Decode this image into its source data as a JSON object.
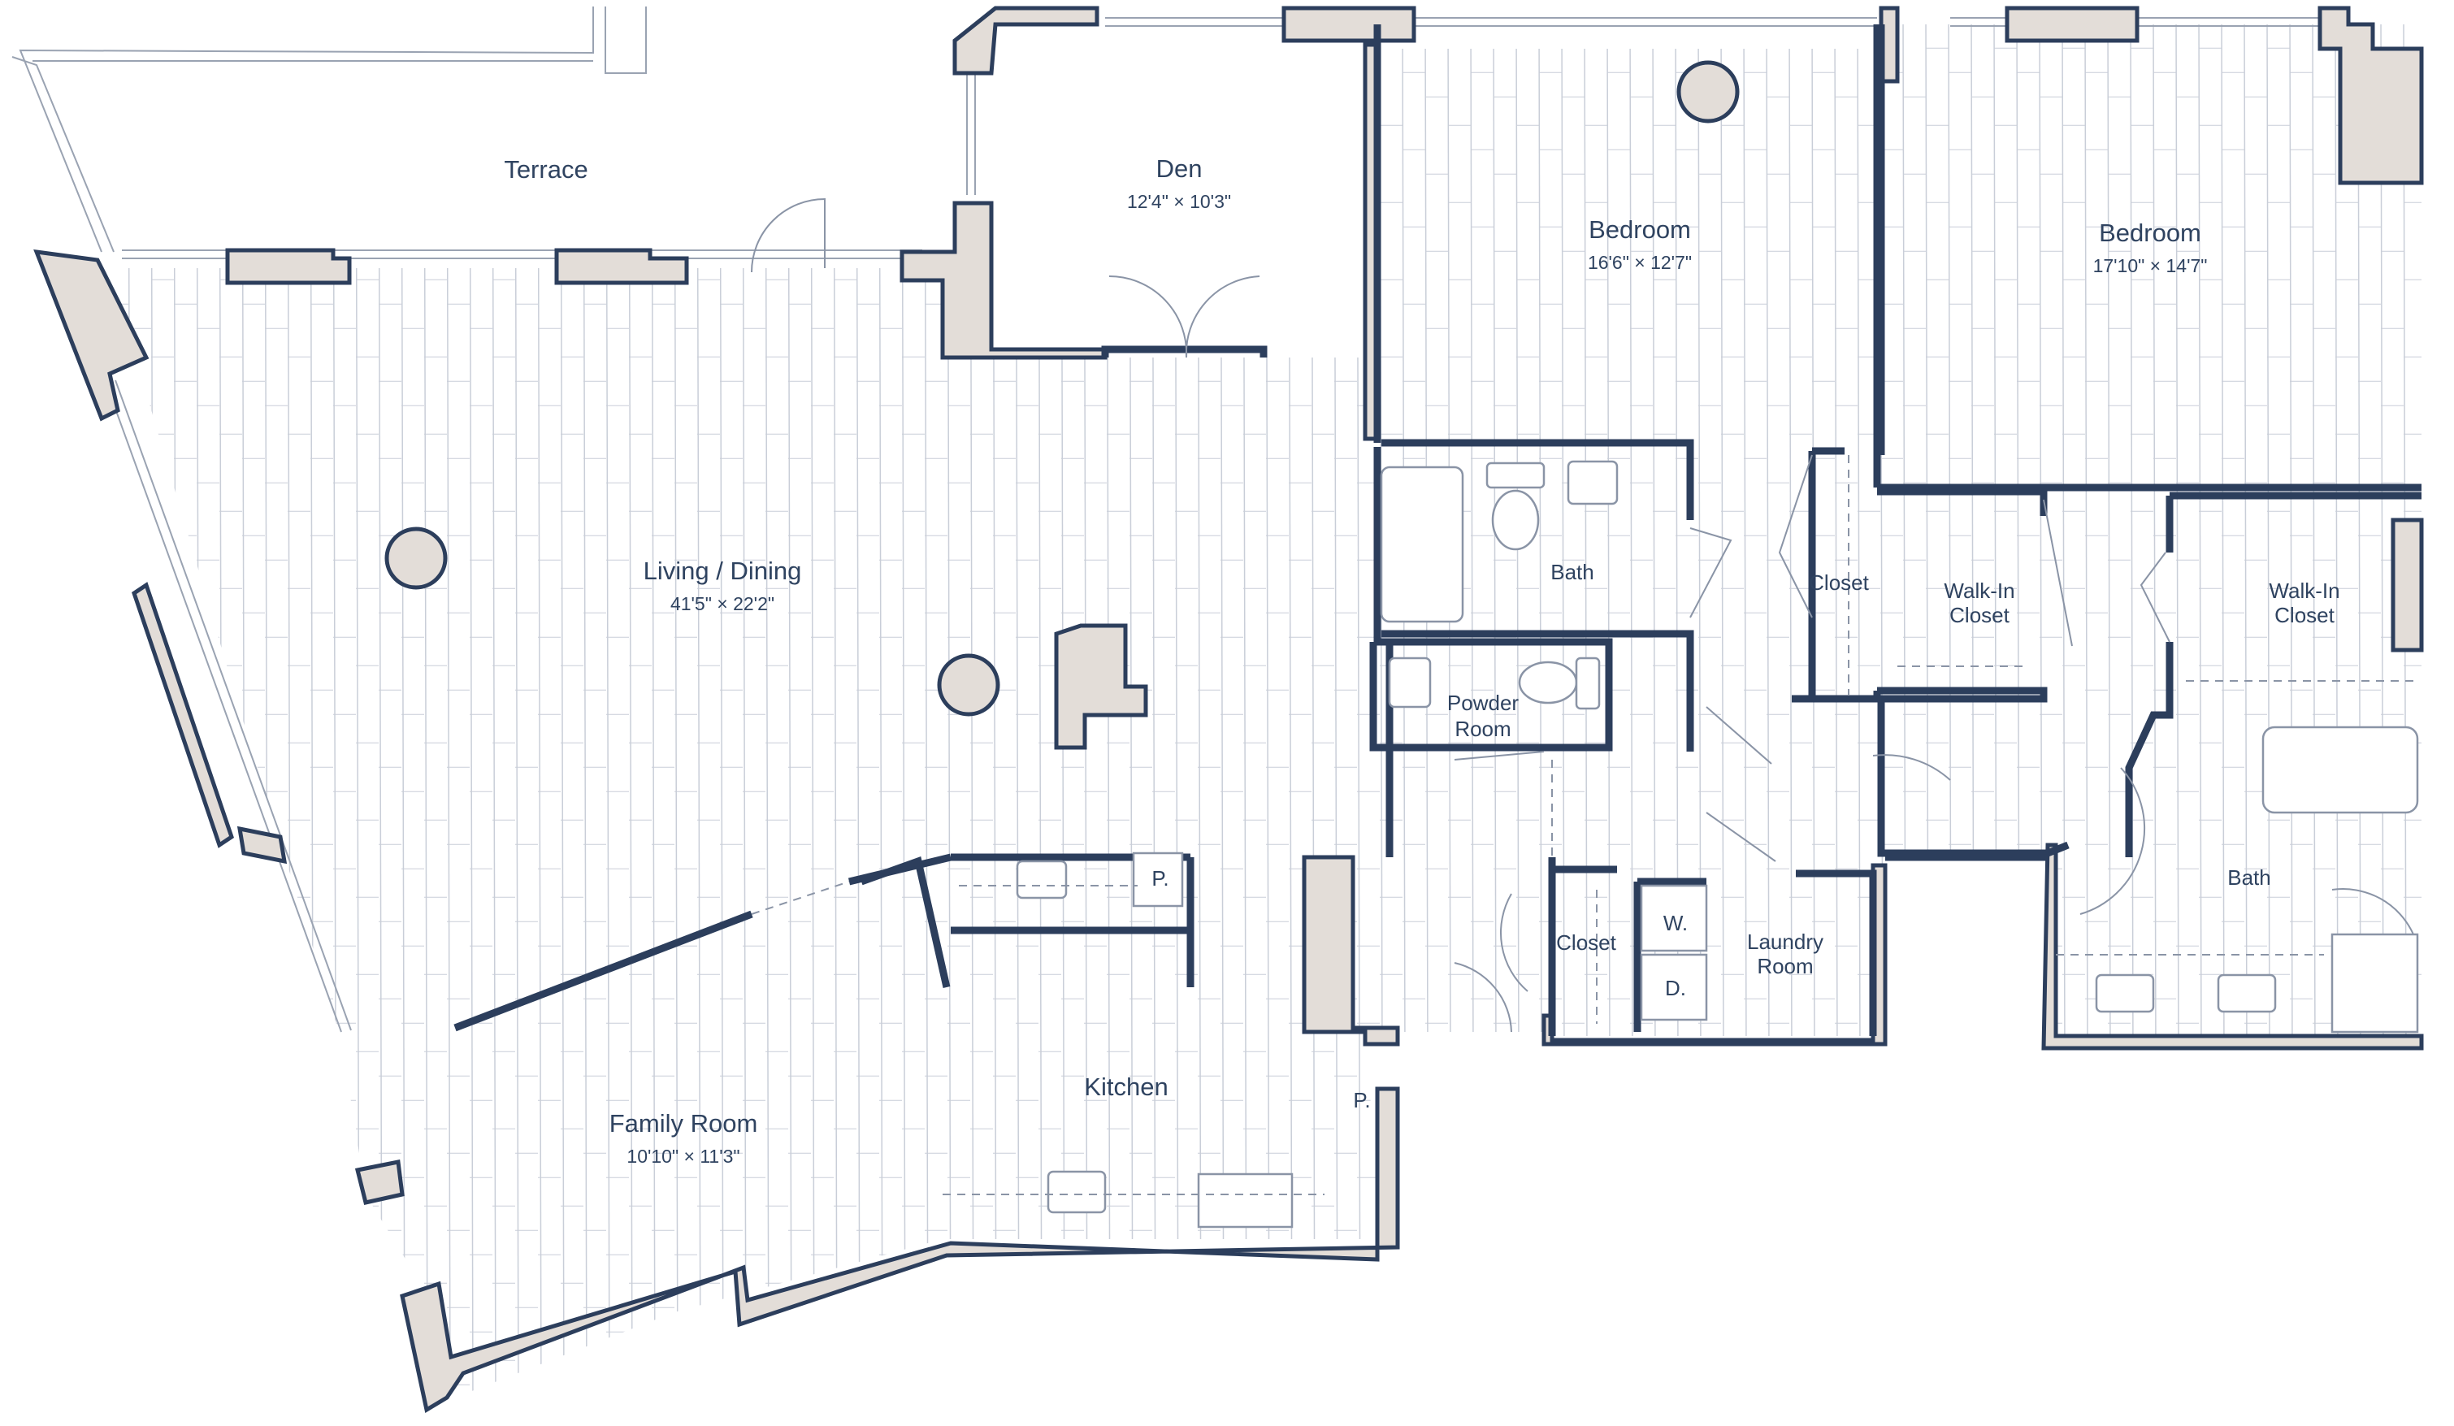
{
  "rooms": {
    "terrace": "Terrace",
    "den": "Den",
    "den_dim": "12'4\" × 10'3\"",
    "bedroom1": "Bedroom",
    "bedroom1_dim": "16'6\" × 12'7\"",
    "bedroom2": "Bedroom",
    "bedroom2_dim": "17'10\" × 14'7\"",
    "living": "Living / Dining",
    "living_dim": "41'5\" × 22'2\"",
    "bath1": "Bath",
    "powder_line1": "Powder",
    "powder_line2": "Room",
    "closet_hall": "Closet",
    "walkin1_line1": "Walk-In",
    "walkin1_line2": "Closet",
    "walkin2_line1": "Walk-In",
    "walkin2_line2": "Closet",
    "bath2": "Bath",
    "closet_laundry": "Closet",
    "washer": "W.",
    "dryer": "D.",
    "laundry_line1": "Laundry",
    "laundry_line2": "Room",
    "kitchen": "Kitchen",
    "pantry1": "P.",
    "pantry2": "P.",
    "family": "Family Room",
    "family_dim": "10'10\" × 11'3\""
  },
  "colors": {
    "wall_fill": "#e3ddd8",
    "wall_stroke": "#2c3e5c",
    "text": "#2f4360",
    "floor_lines": "#c9ced8"
  }
}
